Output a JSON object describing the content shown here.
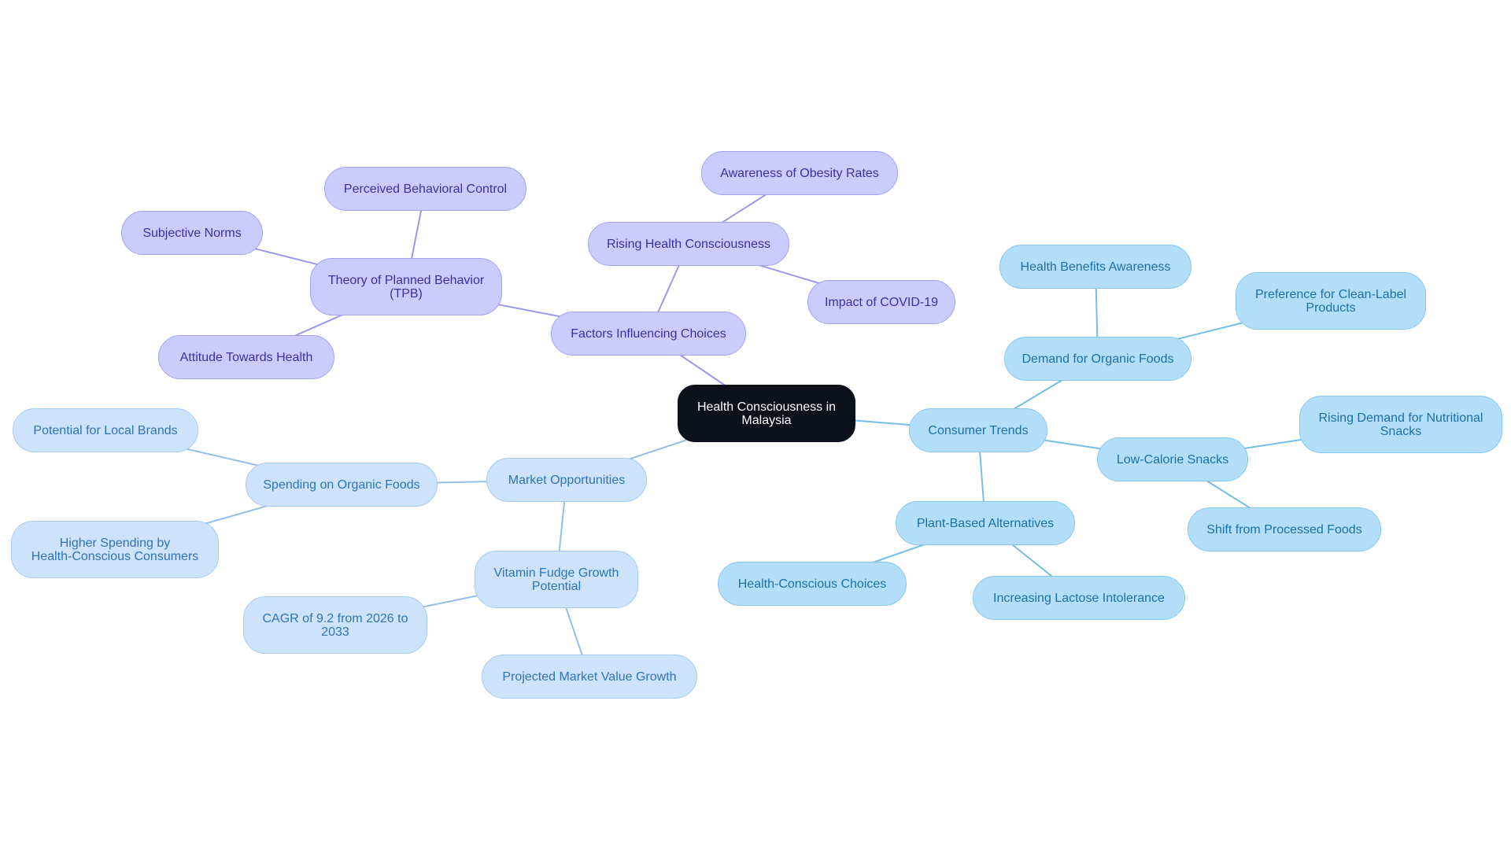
{
  "diagram": {
    "type": "mind-map",
    "root": {
      "label": "Health Consciousness in\nMalaysia"
    },
    "branches": [
      {
        "label": "Factors Influencing Choices",
        "children": [
          {
            "label": "Rising Health Consciousness",
            "children": [
              "Awareness of Obesity Rates",
              "Impact of COVID-19"
            ]
          },
          {
            "label": "Theory of Planned Behavior\n(TPB)",
            "children": [
              "Perceived Behavioral Control",
              "Subjective Norms",
              "Attitude Towards Health"
            ]
          }
        ]
      },
      {
        "label": "Consumer Trends",
        "children": [
          {
            "label": "Demand for Organic Foods",
            "children": [
              "Health Benefits Awareness",
              "Preference for Clean-Label\nProducts"
            ]
          },
          {
            "label": "Low-Calorie Snacks",
            "children": [
              "Rising Demand for Nutritional\nSnacks",
              "Shift from Processed Foods"
            ]
          },
          {
            "label": "Plant-Based Alternatives",
            "children": [
              "Health-Conscious Choices",
              "Increasing Lactose Intolerance"
            ]
          }
        ]
      },
      {
        "label": "Market Opportunities",
        "children": [
          {
            "label": "Spending on Organic Foods",
            "children": [
              "Potential for Local Brands",
              "Higher Spending by\nHealth-Conscious Consumers"
            ]
          },
          {
            "label": "Vitamin Fudge Growth\nPotential",
            "children": [
              "CAGR of 9.2 from 2026 to\n2033",
              "Projected Market Value Growth"
            ]
          }
        ]
      }
    ]
  },
  "colors": {
    "root_fill": "#0c111c",
    "factors_fill": "#cbcbfd",
    "factors_edge": "#9b98ec",
    "consumer_fill": "#b3def9",
    "consumer_edge": "#72bde8",
    "market_fill": "#cde2fb",
    "market_edge": "#93bfea"
  }
}
